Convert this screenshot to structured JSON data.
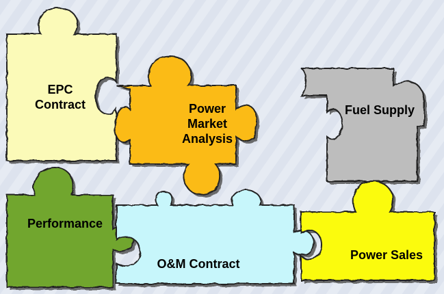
{
  "colors": {
    "background": "#e6ebf3",
    "stripe": "#dde3ee",
    "outline": "#222222",
    "shadow": "#555555"
  },
  "pieces": [
    {
      "id": "epc",
      "lines": [
        "EPC",
        "Contract"
      ],
      "color": "#fbfab8"
    },
    {
      "id": "power-market",
      "lines": [
        "Power",
        "Market",
        "Analysis"
      ],
      "color": "#fbbb13"
    },
    {
      "id": "fuel-supply",
      "lines": [
        "Fuel Supply"
      ],
      "color": "#bdbdbd"
    },
    {
      "id": "performance",
      "lines": [
        "Performance"
      ],
      "color": "#71a62d"
    },
    {
      "id": "om-contract",
      "lines": [
        "O&M Contract"
      ],
      "color": "#c7f6fb"
    },
    {
      "id": "power-sales",
      "lines": [
        "Power Sales"
      ],
      "color": "#fbfb11"
    }
  ]
}
